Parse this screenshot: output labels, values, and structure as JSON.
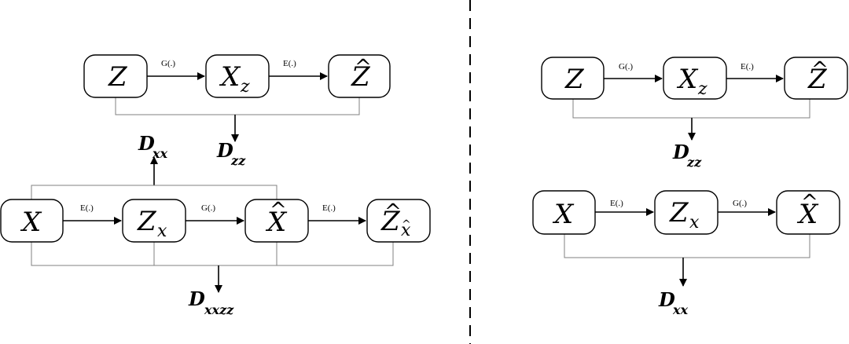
{
  "edge_labels": {
    "g": "G(.)",
    "e": "E(.)"
  },
  "nodes": {
    "z": "Z",
    "x": "X",
    "x_sub": "z",
    "z_sub": "x",
    "zhat_sub": "x",
    "hat": "^",
    "widehat": "^"
  },
  "losses": {
    "D": "D",
    "xx": "xx",
    "zz": "zz",
    "xxzz": "xxzz"
  }
}
